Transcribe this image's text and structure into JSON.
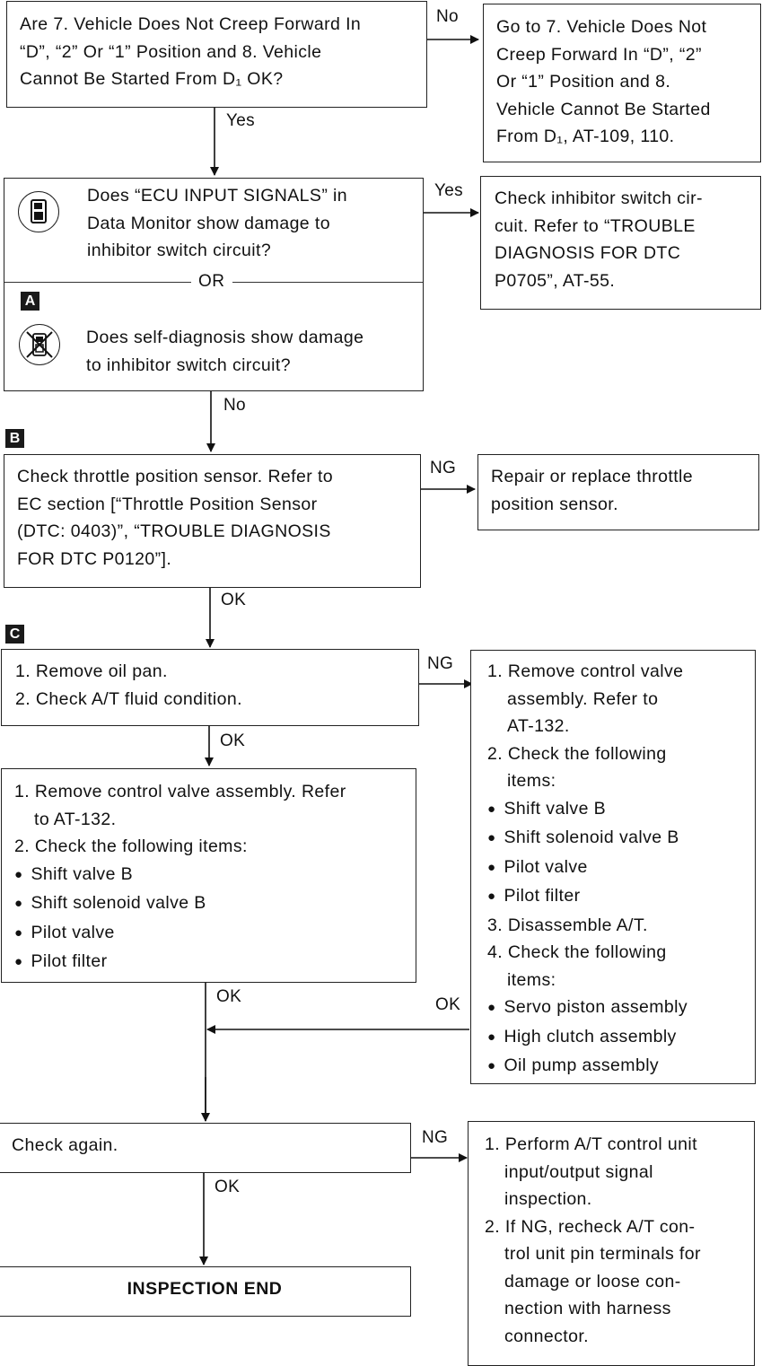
{
  "steps": {
    "a": "A",
    "b": "B",
    "c": "C"
  },
  "box1": {
    "lines": [
      "Are 7. Vehicle Does Not Creep Forward In",
      "“D”, “2” Or “1” Position and 8. Vehicle",
      "Cannot Be Started From D₁ OK?"
    ]
  },
  "box1_no": {
    "lines": [
      "Go to 7. Vehicle Does Not",
      "Creep Forward In “D”, “2”",
      "Or “1” Position and 8.",
      "Vehicle Cannot Be Started",
      "From D₁, AT-109, 110."
    ]
  },
  "box2": {
    "consult_lines": [
      "Does “ECU INPUT SIGNALS” in",
      "Data Monitor show damage to",
      "inhibitor switch circuit?"
    ],
    "or": "OR",
    "self_lines": [
      "Does self-diagnosis show damage",
      "to inhibitor switch circuit?"
    ],
    "consult_icon": "consult-tester-icon",
    "no_tools_icon": "no-tools-icon"
  },
  "box2_yes": {
    "lines": [
      "Check inhibitor switch cir-",
      "cuit. Refer to “TROUBLE",
      "DIAGNOSIS FOR DTC",
      "P0705”, AT-55."
    ]
  },
  "box3": {
    "lines": [
      "Check throttle position sensor. Refer to",
      "EC section [“Throttle Position Sensor",
      "(DTC: 0403)”, “TROUBLE DIAGNOSIS",
      "FOR DTC P0120”]."
    ]
  },
  "box3_ng": {
    "lines": [
      "Repair or replace throttle",
      "position sensor."
    ]
  },
  "box4": {
    "lines": [
      "1. Remove oil pan.",
      "2. Check A/T fluid condition."
    ]
  },
  "box4_ng": {
    "items": [
      "1. Remove control valve",
      "assembly. Refer to",
      "AT-132.",
      "2. Check the following",
      "items:",
      "Shift valve B",
      "Shift solenoid valve B",
      "Pilot valve",
      "Pilot filter",
      "3. Disassemble A/T.",
      "4. Check the following",
      "items:",
      "Servo piston assembly",
      "High clutch assembly",
      "Oil pump assembly"
    ]
  },
  "box5": {
    "items": [
      "1. Remove control valve assembly. Refer",
      "to AT-132.",
      "2. Check the following items:",
      "Shift valve B",
      "Shift solenoid valve B",
      "Pilot valve",
      "Pilot filter"
    ]
  },
  "box6": {
    "text": "Check again."
  },
  "box6_ng": {
    "lines": [
      "1. Perform A/T control unit",
      "input/output signal",
      "inspection.",
      "2. If NG, recheck A/T con-",
      "trol unit pin terminals for",
      "damage or loose con-",
      "nection with harness",
      "connector."
    ]
  },
  "box7": {
    "text": "INSPECTION END"
  },
  "labels": {
    "no1": "No",
    "yes1": "Yes",
    "yes2": "Yes",
    "no2": "No",
    "ng1": "NG",
    "ok1": "OK",
    "ng2": "NG",
    "ok2": "OK",
    "ok3": "OK",
    "ok4": "OK",
    "ng3": "NG",
    "ok5": "OK"
  }
}
